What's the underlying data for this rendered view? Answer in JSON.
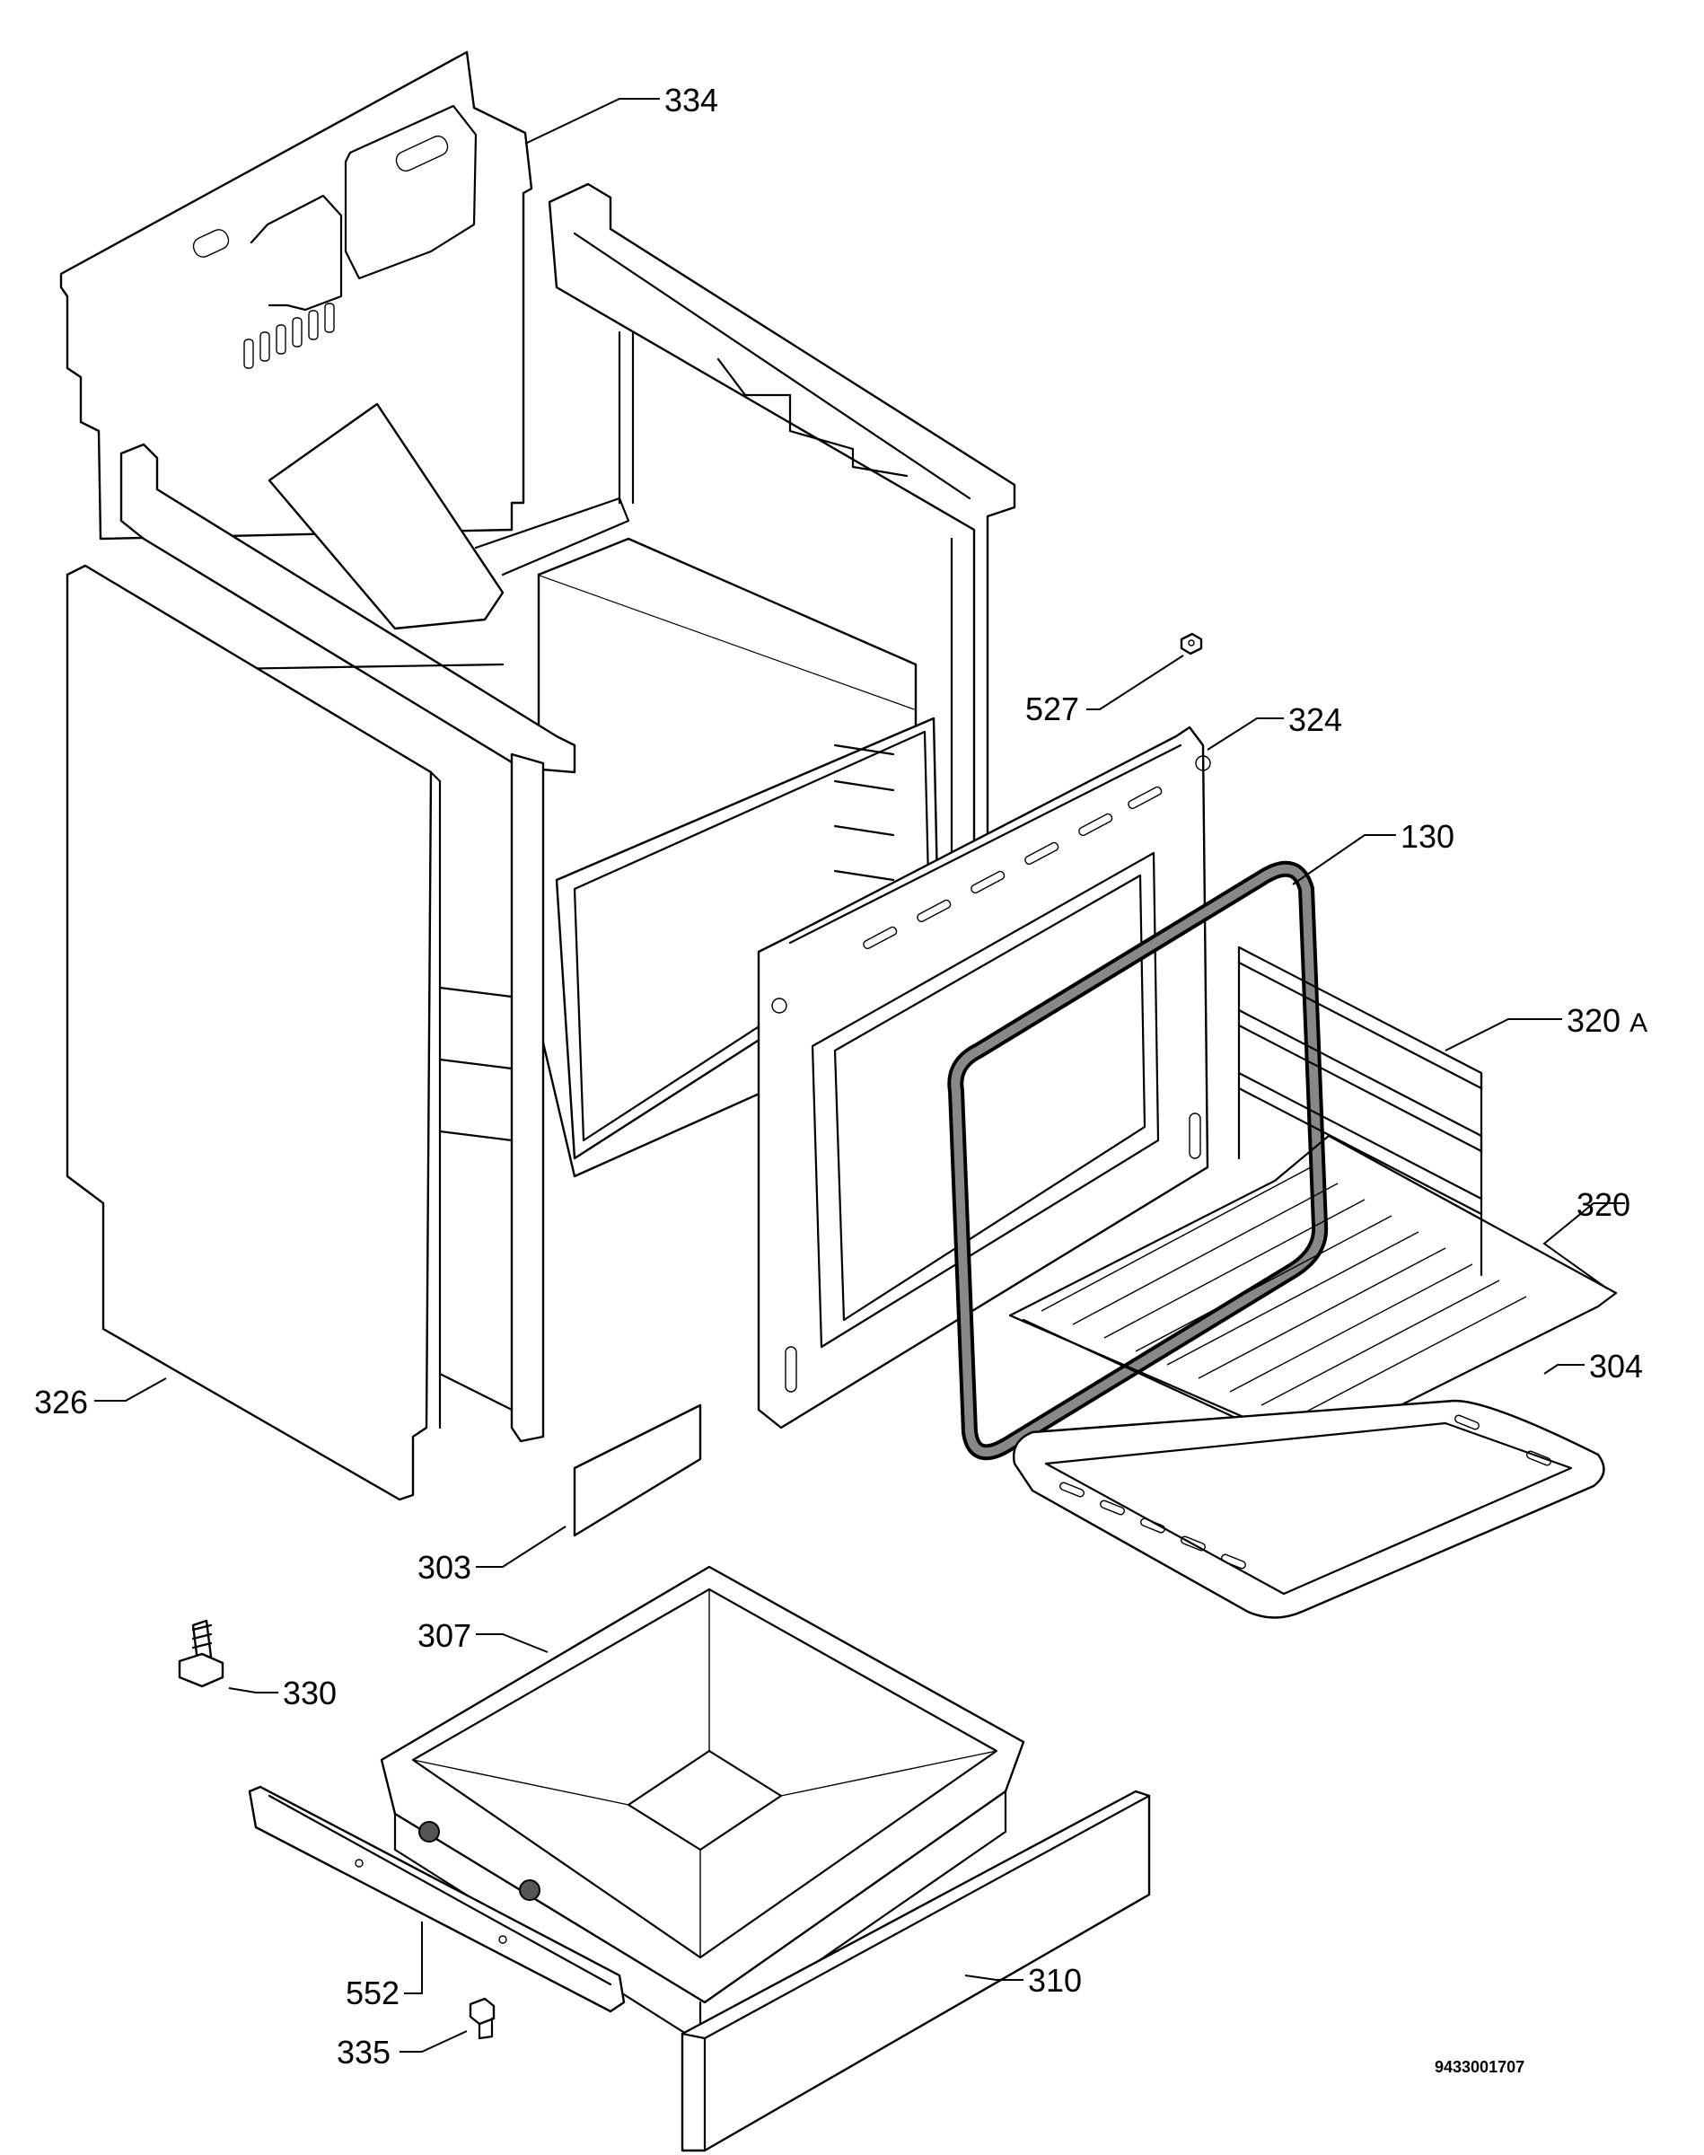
{
  "diagram": {
    "part_labels": {
      "p334": "334",
      "p527": "527",
      "p324": "324",
      "p130": "130",
      "p320a_num": "320",
      "p320a_suffix": "A",
      "p320": "320",
      "p304": "304",
      "p326": "326",
      "p303": "303",
      "p307": "307",
      "p330": "330",
      "p552": "552",
      "p310": "310",
      "p335": "335"
    },
    "drawing_number": "9433001707"
  }
}
